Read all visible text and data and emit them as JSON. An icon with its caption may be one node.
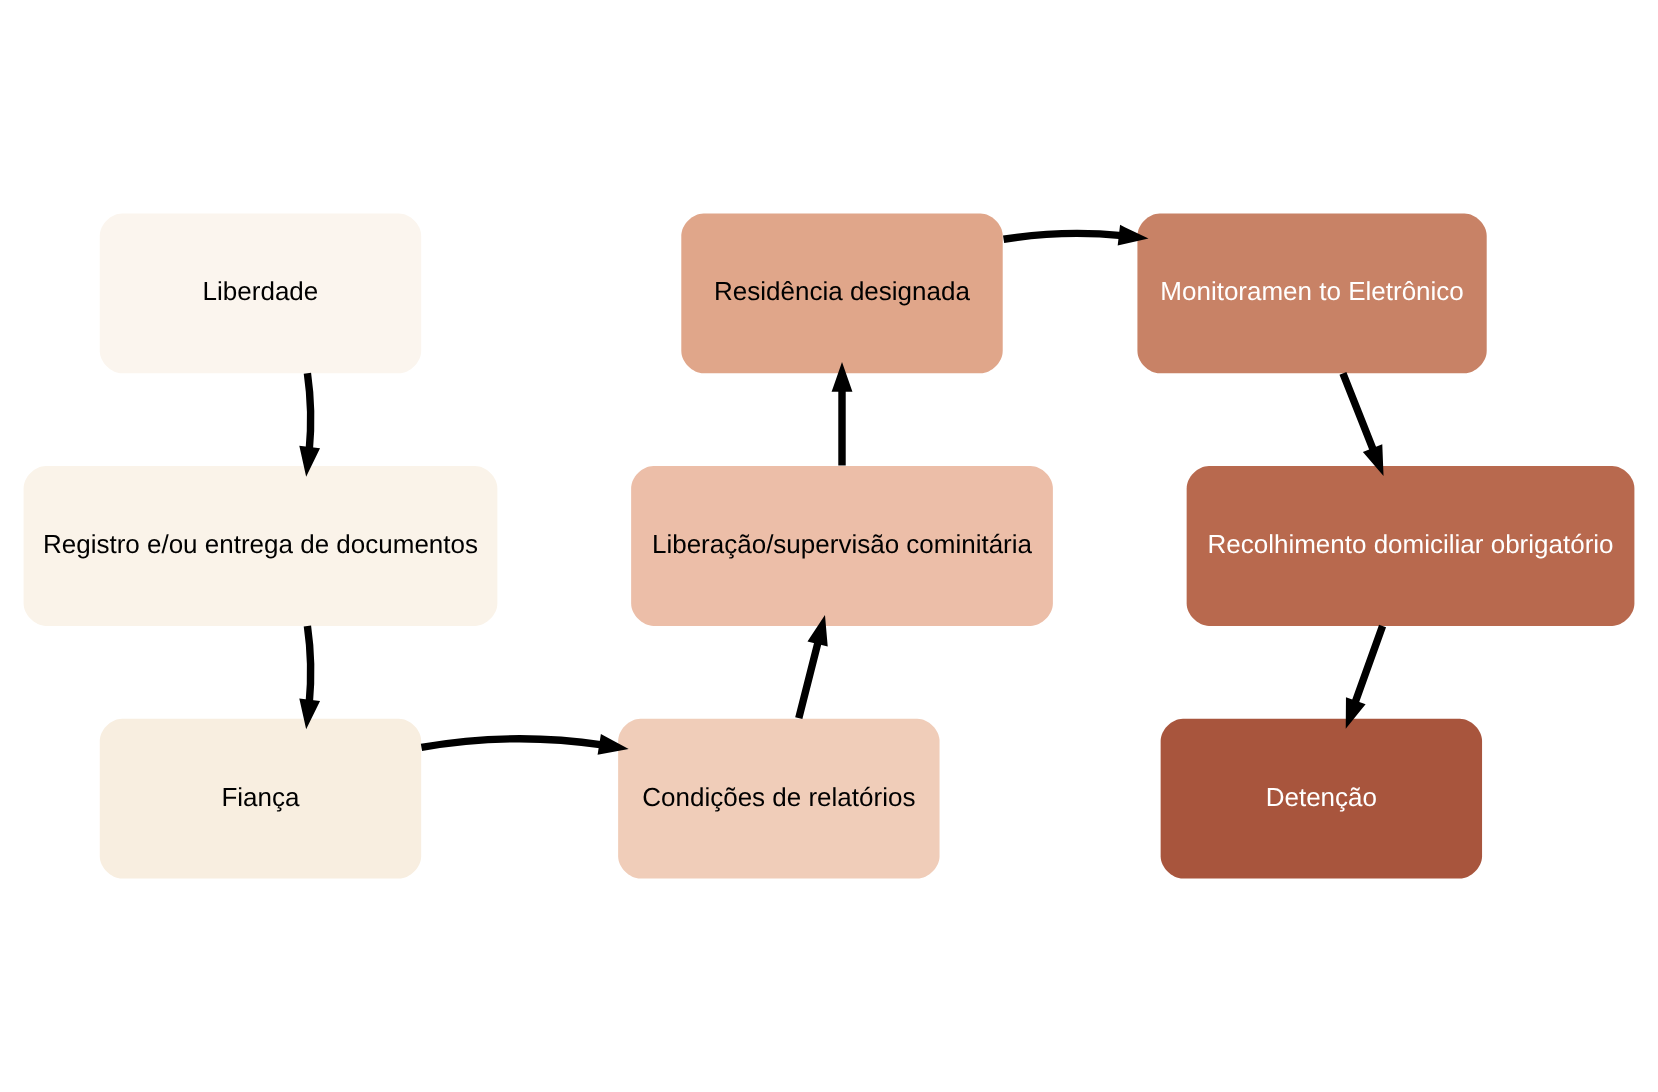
{
  "diagram": {
    "nodes": [
      {
        "text": [
          "Liberdade"
        ]
      },
      {
        "text": [
          "Registro e/ou entrega de documentos"
        ]
      },
      {
        "text": [
          "Fiança"
        ]
      },
      {
        "text": [
          "Condições de relatórios"
        ]
      },
      {
        "text": [
          "Liberação/supervisão cominitária"
        ]
      },
      {
        "text": [
          "Residência designada"
        ]
      },
      {
        "text": [
          "Monitoramen to Eletrônico"
        ]
      },
      {
        "text": [
          "Recolhimento domiciliar obrigatório"
        ]
      },
      {
        "text": [
          "Detenção"
        ]
      }
    ],
    "edges": [
      {
        "from": 0,
        "to": 1,
        "arrow": "to"
      },
      {
        "from": 1,
        "to": 2,
        "arrow": "to"
      },
      {
        "from": 2,
        "to": 3,
        "arrow": "to"
      },
      {
        "from": 3,
        "to": 4,
        "arrow": "to"
      },
      {
        "from": 4,
        "to": 5,
        "arrow": "to"
      },
      {
        "from": 5,
        "to": 6,
        "arrow": "to"
      },
      {
        "from": 6,
        "to": 7,
        "arrow": "to"
      },
      {
        "from": 7,
        "to": 8,
        "arrow": "to"
      }
    ]
  }
}
